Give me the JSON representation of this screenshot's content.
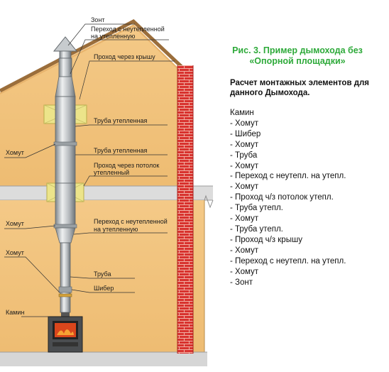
{
  "title": "Рис. 3. Пример дымохода без «Опорной площадки»",
  "heading": "Расчет монтажных элементов для данного Дымохода.",
  "parts_list": [
    "Камин",
    "- Хомут",
    "- Шибер",
    "- Хомут",
    "- Труба",
    "- Хомут",
    "- Переход с неутепл. на утепл.",
    "- Хомут",
    "- Проход ч/з потолок утепл.",
    "- Труба утепл.",
    "- Хомут",
    "- Труба утепл.",
    "- Проход ч/з крышу",
    "- Хомут",
    "- Переход с неутепл. на утепл.",
    "- Хомут",
    "- Зонт"
  ],
  "labels": {
    "zont": "Зонт",
    "transition_top_1": "Переход с неутепленной",
    "transition_top_2": "на утепленную",
    "roof_pass": "Проход через крышу",
    "pipe_insulated_1": "Труба утепленная",
    "pipe_insulated_2": "Труба утепленная",
    "clamp_1": "Хомут",
    "ceiling_pass_1": "Проход через потолок",
    "ceiling_pass_2": "утепленный",
    "clamp_2": "Хомут",
    "transition_low_1": "Переход с неутепленной",
    "transition_low_2": "на утепленную",
    "clamp_3": "Хомут",
    "pipe": "Труба",
    "damper": "Шибер",
    "fireplace": "Камин"
  },
  "colors": {
    "wall": "#f0c27b",
    "wall_edge": "#b88d4c",
    "roof": "#f1c27e",
    "brick": "#d8322e",
    "slab": "#dcdcdc",
    "insulation": "#ece48a",
    "steel": "#bfc3c6",
    "title_green": "#2eaa3a"
  }
}
